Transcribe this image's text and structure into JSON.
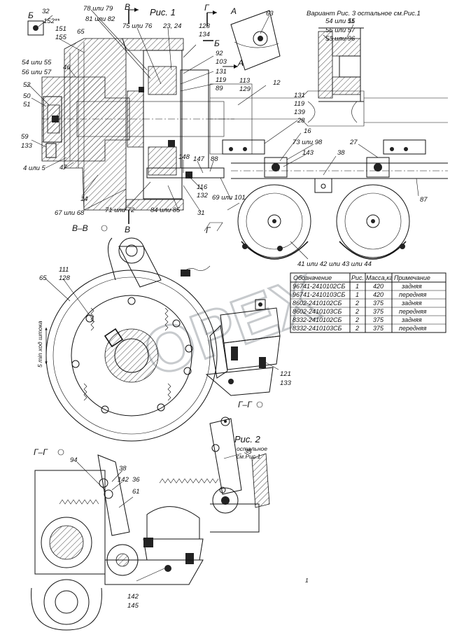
{
  "figure_titles": {
    "fig1": "Рис. 1",
    "fig2": "Рис. 2",
    "fig2_note_1": "остальное",
    "fig2_note_2": "см.Рис.1",
    "variant_note": "Вариант Рис. 3 остальное см.Рис.1"
  },
  "section_labels": {
    "b_top": "Б",
    "b_side": "Б",
    "v_top": "В",
    "v_bottom": "В",
    "g_top": "Г",
    "g_mid": "Г",
    "a_top": "А",
    "a_arrow": "А",
    "vv": "В–В",
    "gg_mid": "Г–Г",
    "gg_bot": "Г–Г"
  },
  "parts_table": {
    "headers": [
      "Обозначение",
      "Рис.",
      "Масса,кг",
      "Примечание"
    ],
    "rows": [
      [
        "96741-2410102СБ",
        "1",
        "420",
        "задняя"
      ],
      [
        "96741-2410103СБ",
        "1",
        "420",
        "передняя"
      ],
      [
        "8602-2410102СБ",
        "2",
        "375",
        "задняя"
      ],
      [
        "8602-2410103СБ",
        "2",
        "375",
        "передняя"
      ],
      [
        "8332-2410102СБ",
        "2",
        "375",
        "задняя"
      ],
      [
        "8332-2410103СБ",
        "2",
        "375",
        "передняя"
      ]
    ]
  },
  "callouts": {
    "c32": "32",
    "c152": "152**",
    "c151": "151",
    "c155": "155",
    "c65a": "65",
    "c78": "78 или 79",
    "c81": "81 или 82",
    "c75": "75 или 76",
    "c2324": "23, 24",
    "c123": "123",
    "c134": "134",
    "c92": "92",
    "c103": "103",
    "c131a": "131",
    "c119a": "119",
    "c89": "89",
    "c113": "113",
    "c129": "129",
    "c54a": "54 или 55",
    "c56a": "56 или 57",
    "c46": "46",
    "c52": "52",
    "c50": "50",
    "c51": "51",
    "c59": "59",
    "c133a": "133",
    "c45": "4 или 5",
    "c47": "47",
    "c14": "14",
    "c6768": "67 или 68",
    "c7172": "71 или 72",
    "c8485": "84 или 85",
    "c31": "31",
    "c116": "116",
    "c132": "132",
    "c148": "148",
    "c147": "147",
    "c88": "88",
    "c69": "69 или 101",
    "c63": "63",
    "c54b": "54 или 55",
    "c56b": "56 или 57",
    "c53": "53 или 96",
    "c11": "11",
    "c12": "12",
    "c131b": "131",
    "c119b": "119",
    "c139": "139",
    "c28": "28",
    "c16": "16",
    "c7398": "73 или 98",
    "c143": "143",
    "c38a": "38",
    "c27": "27",
    "c87": "87",
    "c4144": "41 или 42 или 43 или 44",
    "c111": "111",
    "c128": "128",
    "c65b": "65",
    "c121": "121",
    "c133b": "133",
    "c35": "35",
    "c94": "94",
    "c38b": "38",
    "c142a": "142",
    "c36": "36",
    "c61": "61",
    "c142b": "142",
    "c145": "145",
    "dim_note": "5 min ход штока",
    "corner_mark": "1"
  },
  "watermark": "OPEX"
}
